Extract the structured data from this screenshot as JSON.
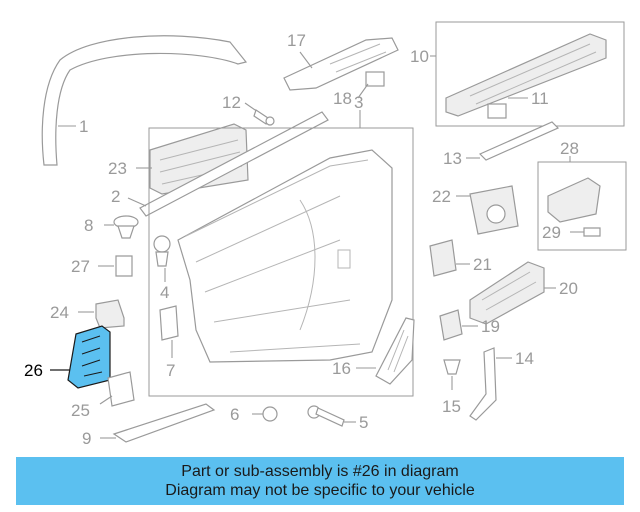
{
  "diagram": {
    "highlight_color": "#5bc0f0",
    "callouts": {
      "c1": "1",
      "c2": "2",
      "c3": "3",
      "c4": "4",
      "c5": "5",
      "c6": "6",
      "c7": "7",
      "c8": "8",
      "c9": "9",
      "c10": "10",
      "c11": "11",
      "c12": "12",
      "c13": "13",
      "c14": "14",
      "c15": "15",
      "c16": "16",
      "c17": "17",
      "c18": "18",
      "c19": "19",
      "c20": "20",
      "c21": "21",
      "c22": "22",
      "c23": "23",
      "c24": "24",
      "c25": "25",
      "c26": "26",
      "c27": "27",
      "c28": "28",
      "c29": "29"
    }
  },
  "banner": {
    "line1": "Part or sub-assembly is #26 in diagram",
    "line2": "Diagram may not be specific to your vehicle",
    "color": "#5bc0f0"
  }
}
